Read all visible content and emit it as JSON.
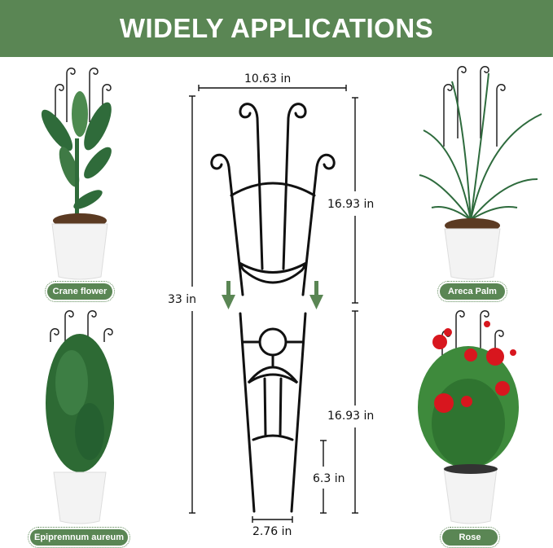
{
  "header": {
    "title": "WIDELY APPLICATIONS",
    "bg_color": "#5a8654"
  },
  "plants": [
    {
      "name": "Crane flower",
      "position": "top-left"
    },
    {
      "name": "Areca Palm",
      "position": "top-right"
    },
    {
      "name": "Epipremnum aureum",
      "position": "bottom-left"
    },
    {
      "name": "Rose",
      "position": "bottom-right"
    }
  ],
  "dimensions": {
    "top_width": "10.63 in",
    "total_height": "33 in",
    "upper_section_height": "16.93 in",
    "lower_section_height": "16.93 in",
    "stake_length": "6.3 in",
    "bottom_width": "2.76 in"
  },
  "colors": {
    "accent": "#5a8654",
    "frame": "#111111",
    "pot": "#f4f4f4",
    "rose": "#d8161e"
  }
}
